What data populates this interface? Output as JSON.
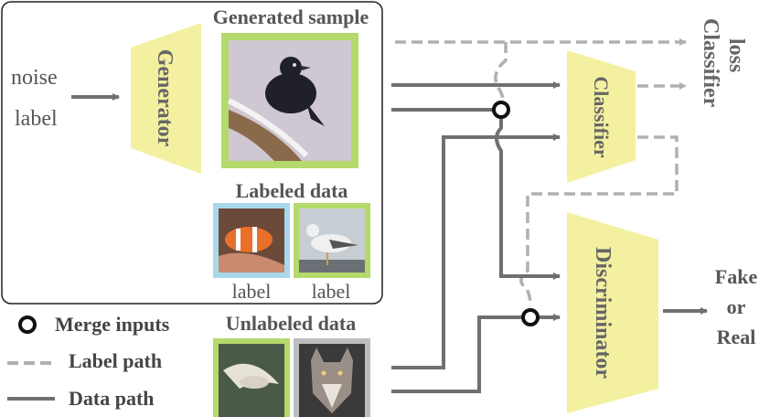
{
  "inputs": {
    "noise": "noise",
    "label": "label"
  },
  "generator": {
    "label": "Generator"
  },
  "generated_sample": {
    "title": "Generated sample",
    "image": "bird-crow-photo"
  },
  "labeled_data": {
    "title": "Labeled data",
    "items": [
      {
        "image": "clownfish-photo",
        "caption": "label",
        "frame_color": "#a8d8ea"
      },
      {
        "image": "seagull-photo",
        "caption": "label",
        "frame_color": "#b5d96a"
      }
    ]
  },
  "unlabeled_data": {
    "title": "Unlabeled data",
    "items": [
      {
        "image": "gull-flying-photo",
        "frame_color": "#b5d96a"
      },
      {
        "image": "wolf-photo",
        "frame_color": "#bdbdbd"
      }
    ]
  },
  "classifier": {
    "label": "Classifier"
  },
  "classifier_loss": {
    "label": "Classifier\nloss",
    "lines": [
      "Classifier",
      "loss"
    ]
  },
  "discriminator": {
    "label": "Discriminator"
  },
  "output": {
    "lines": [
      "Fake",
      "or",
      "Real"
    ]
  },
  "legend": {
    "merge": "Merge inputs",
    "label_path": "Label path",
    "data_path": "Data path"
  },
  "colors": {
    "block_fill": "#f3f0a0",
    "data_path": "#707070",
    "label_path": "#b0b0b0",
    "green_frame": "#b5d96a",
    "blue_frame": "#a8d8ea",
    "gray_frame": "#bdbdbd",
    "text": "#555555"
  }
}
